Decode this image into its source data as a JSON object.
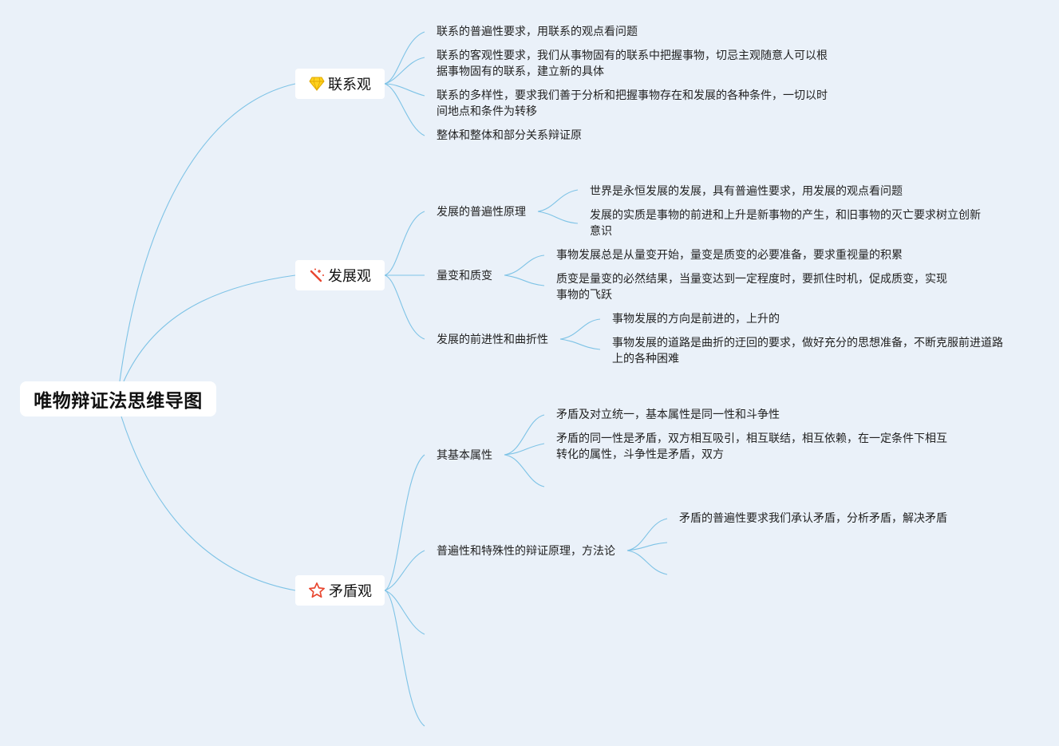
{
  "root": {
    "title": "唯物辩证法思维导图"
  },
  "branches": {
    "lianxi": {
      "label": "联系观",
      "icon": "diamond-icon",
      "items": [
        "联系的普遍性要求，用联系的观点看问题",
        "联系的客观性要求，我们从事物固有的联系中把握事物，切忌主观随意人可以根据事物固有的联系，建立新的具体",
        "联系的多样性，要求我们善于分析和把握事物存在和发展的各种条件，一切以时间地点和条件为转移",
        "整体和整体和部分关系辩证原"
      ]
    },
    "fazhan": {
      "label": "发展观",
      "icon": "magic-wand-icon",
      "subs": [
        {
          "label": "发展的普遍性原理",
          "items": [
            "世界是永恒发展的发展，具有普遍性要求，用发展的观点看问题",
            "发展的实质是事物的前进和上升是新事物的产生，和旧事物的灭亡要求树立创新意识"
          ]
        },
        {
          "label": "量变和质变",
          "items": [
            "事物发展总是从量变开始，量变是质变的必要准备，要求重视量的积累",
            "质变是量变的必然结果，当量变达到一定程度时，要抓住时机，促成质变，实现事物的飞跃"
          ]
        },
        {
          "label": "发展的前进性和曲折性",
          "items": [
            "事物发展的方向是前进的，上升的",
            "事物发展的道路是曲折的迂回的要求，做好充分的思想准备，不断克服前进道路上的各种困难"
          ]
        }
      ]
    },
    "maodun": {
      "label": "矛盾观",
      "icon": "star-icon",
      "subs": [
        {
          "label": "其基本属性",
          "items": [
            "矛盾及对立统一，基本属性是同一性和斗争性",
            "矛盾的同一性是矛盾，双方相互吸引，相互联结，相互依赖，在一定条件下相互转化的属性，斗争性是矛盾，双方"
          ]
        },
        {
          "label": "普遍性和特殊性的辩证原理，方法论",
          "items": [
            "矛盾的普遍性要求我们承认矛盾，分析矛盾，解决矛盾"
          ]
        }
      ]
    }
  },
  "colors": {
    "line": "#7ec3e6",
    "background": "#eaf1f9",
    "node": "#ffffff"
  }
}
